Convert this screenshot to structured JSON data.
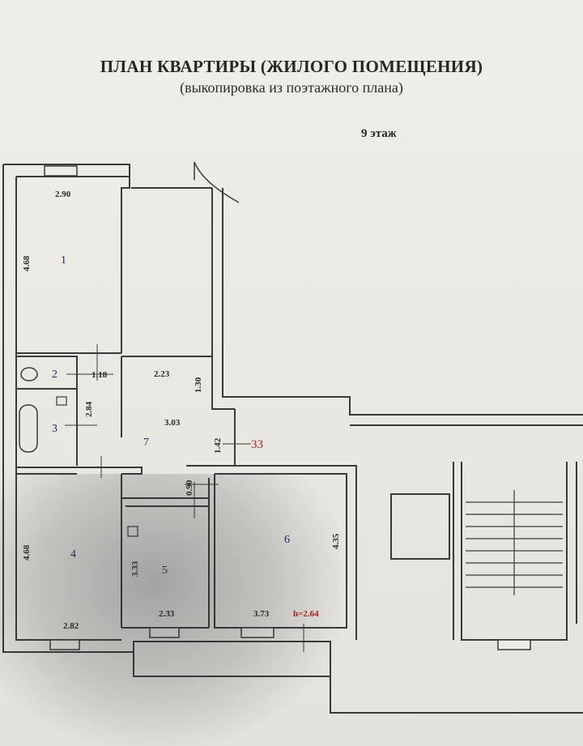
{
  "header": {
    "title": "ПЛАН КВАРТИРЫ (ЖИЛОГО ПОМЕЩЕНИЯ)",
    "subtitle": "(выкопировка из поэтажного плана)",
    "floor": "9 этаж"
  },
  "rooms": [
    {
      "number": "1",
      "width": "2.90",
      "length": "4.68"
    },
    {
      "number": "2",
      "width": "1.18"
    },
    {
      "number": "3",
      "length": "2.84"
    },
    {
      "number": "4",
      "width": "2.82",
      "length": "4.68"
    },
    {
      "number": "5",
      "width": "2.33",
      "length": "3.33"
    },
    {
      "number": "6",
      "width": "3.73",
      "length": "4.35",
      "height": "h=2.64"
    },
    {
      "number": "7",
      "width": "3.03",
      "corridor_a": "2.23",
      "corridor_b": "1.30",
      "corridor_c": "1.42",
      "corridor_d": "0.90"
    }
  ],
  "apartment_number": "33",
  "colors": {
    "ink": "#2a2a2a",
    "wall": "#3a3a3a",
    "apartment_number": "#b01e1e",
    "room_number": "#1e2a6a"
  }
}
